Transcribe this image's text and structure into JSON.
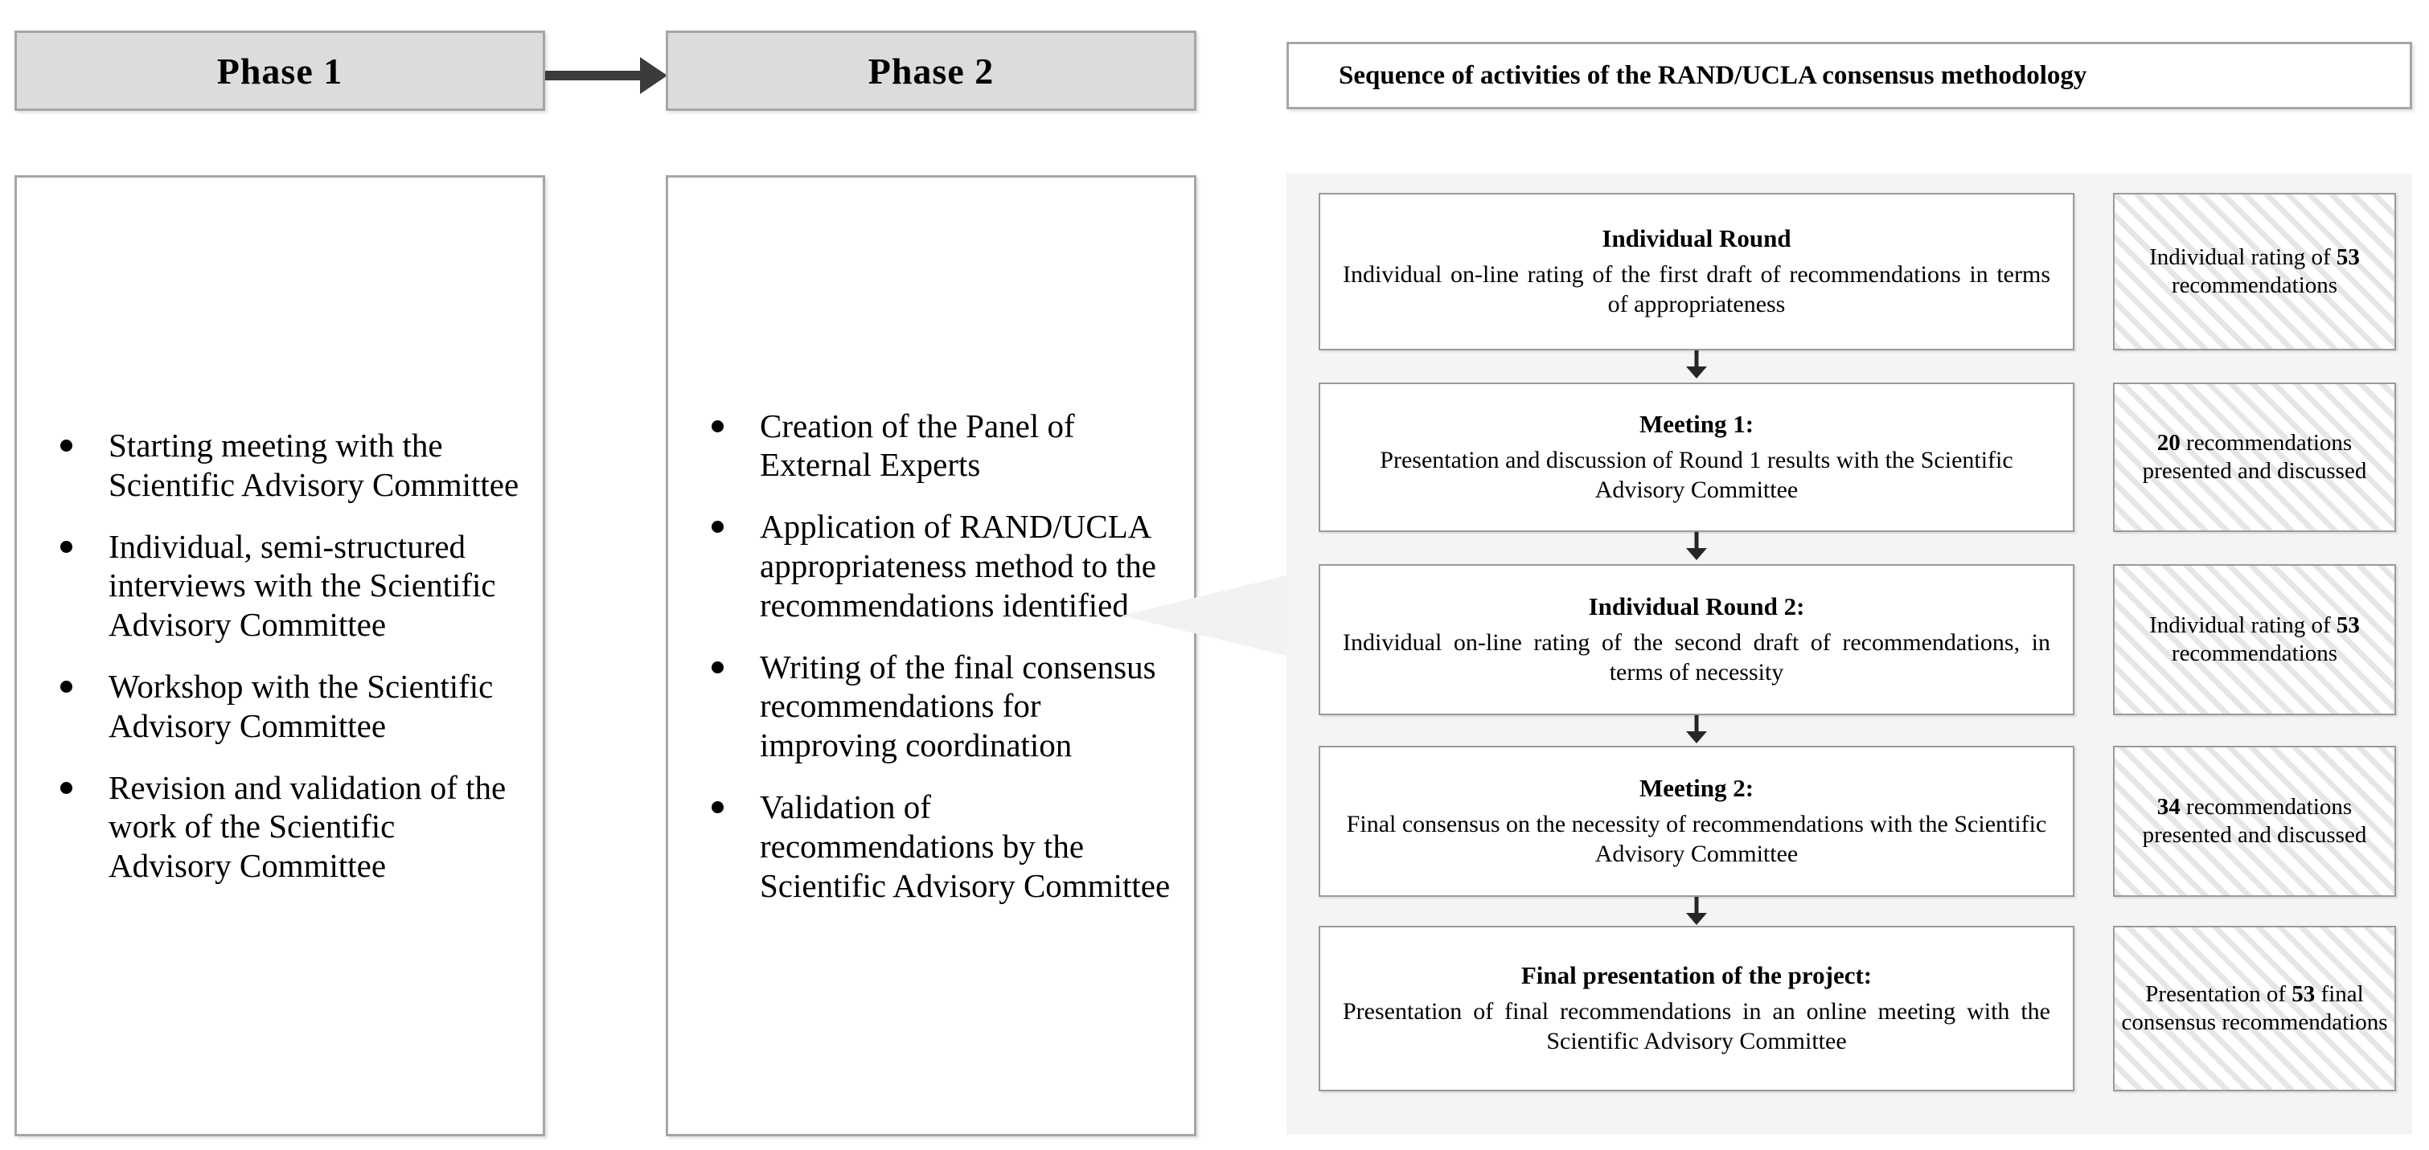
{
  "phases": [
    {
      "header": "Phase 1",
      "bullets": [
        "Starting meeting with the Scientific Advisory Committee",
        "Individual, semi-structured interviews with the Scientific Advisory Committee",
        "Workshop with the Scientific Advisory Committee",
        "Revision and validation of the work of the Scientific Advisory Committee"
      ]
    },
    {
      "header": "Phase 2",
      "bullets": [
        "Creation of the Panel of  External Experts",
        "Application of RAND/UCLA appropriateness method to the recommendations identified",
        "Writing of the final consensus recommendations for improving coordination",
        "Validation of recommendations by the Scientific Advisory Committee"
      ]
    }
  ],
  "panel": {
    "title": "Sequence of activities of the RAND/UCLA consensus methodology",
    "steps": [
      {
        "title": "Individual Round",
        "description": "Individual on-line rating of the first draft of recommendations  in terms of appropriateness",
        "justified": true,
        "outcome_prefix": "Individual rating of ",
        "outcome_number": "53",
        "outcome_suffix": " recommendations"
      },
      {
        "title": "Meeting 1:",
        "description": "Presentation and discussion of  Round 1 results with the Scientific Advisory Committee",
        "justified": false,
        "outcome_prefix": "",
        "outcome_number": "20",
        "outcome_suffix": " recommendations presented and discussed"
      },
      {
        "title": "Individual Round 2:",
        "description": "Individual on-line rating of the second draft of recommendations,  in terms of necessity",
        "justified": true,
        "outcome_prefix": "Individual rating of ",
        "outcome_number": "53",
        "outcome_suffix": " recommendations"
      },
      {
        "title": "Meeting 2:",
        "description": "Final consensus on the necessity of  recommendations with the  Scientific Advisory Committee",
        "justified": false,
        "outcome_prefix": "",
        "outcome_number": "34",
        "outcome_suffix": " recommendations presented and discussed"
      },
      {
        "title": "Final presentation of the project:",
        "description": "Presentation of final recommendations in an online meeting with the Scientific Advisory Committee",
        "justified": true,
        "outcome_prefix": "Presentation of ",
        "outcome_number": "53",
        "outcome_suffix": " final consensus recommendations"
      }
    ]
  },
  "colors": {
    "header_fill": "#dcdcdc",
    "border": "#a6a6a6",
    "panel_background": "#f4f4f4",
    "arrow_dark": "#3b3b3b",
    "arrow_pale": "#f2f2f2",
    "hatch": "#e6e6e6"
  }
}
